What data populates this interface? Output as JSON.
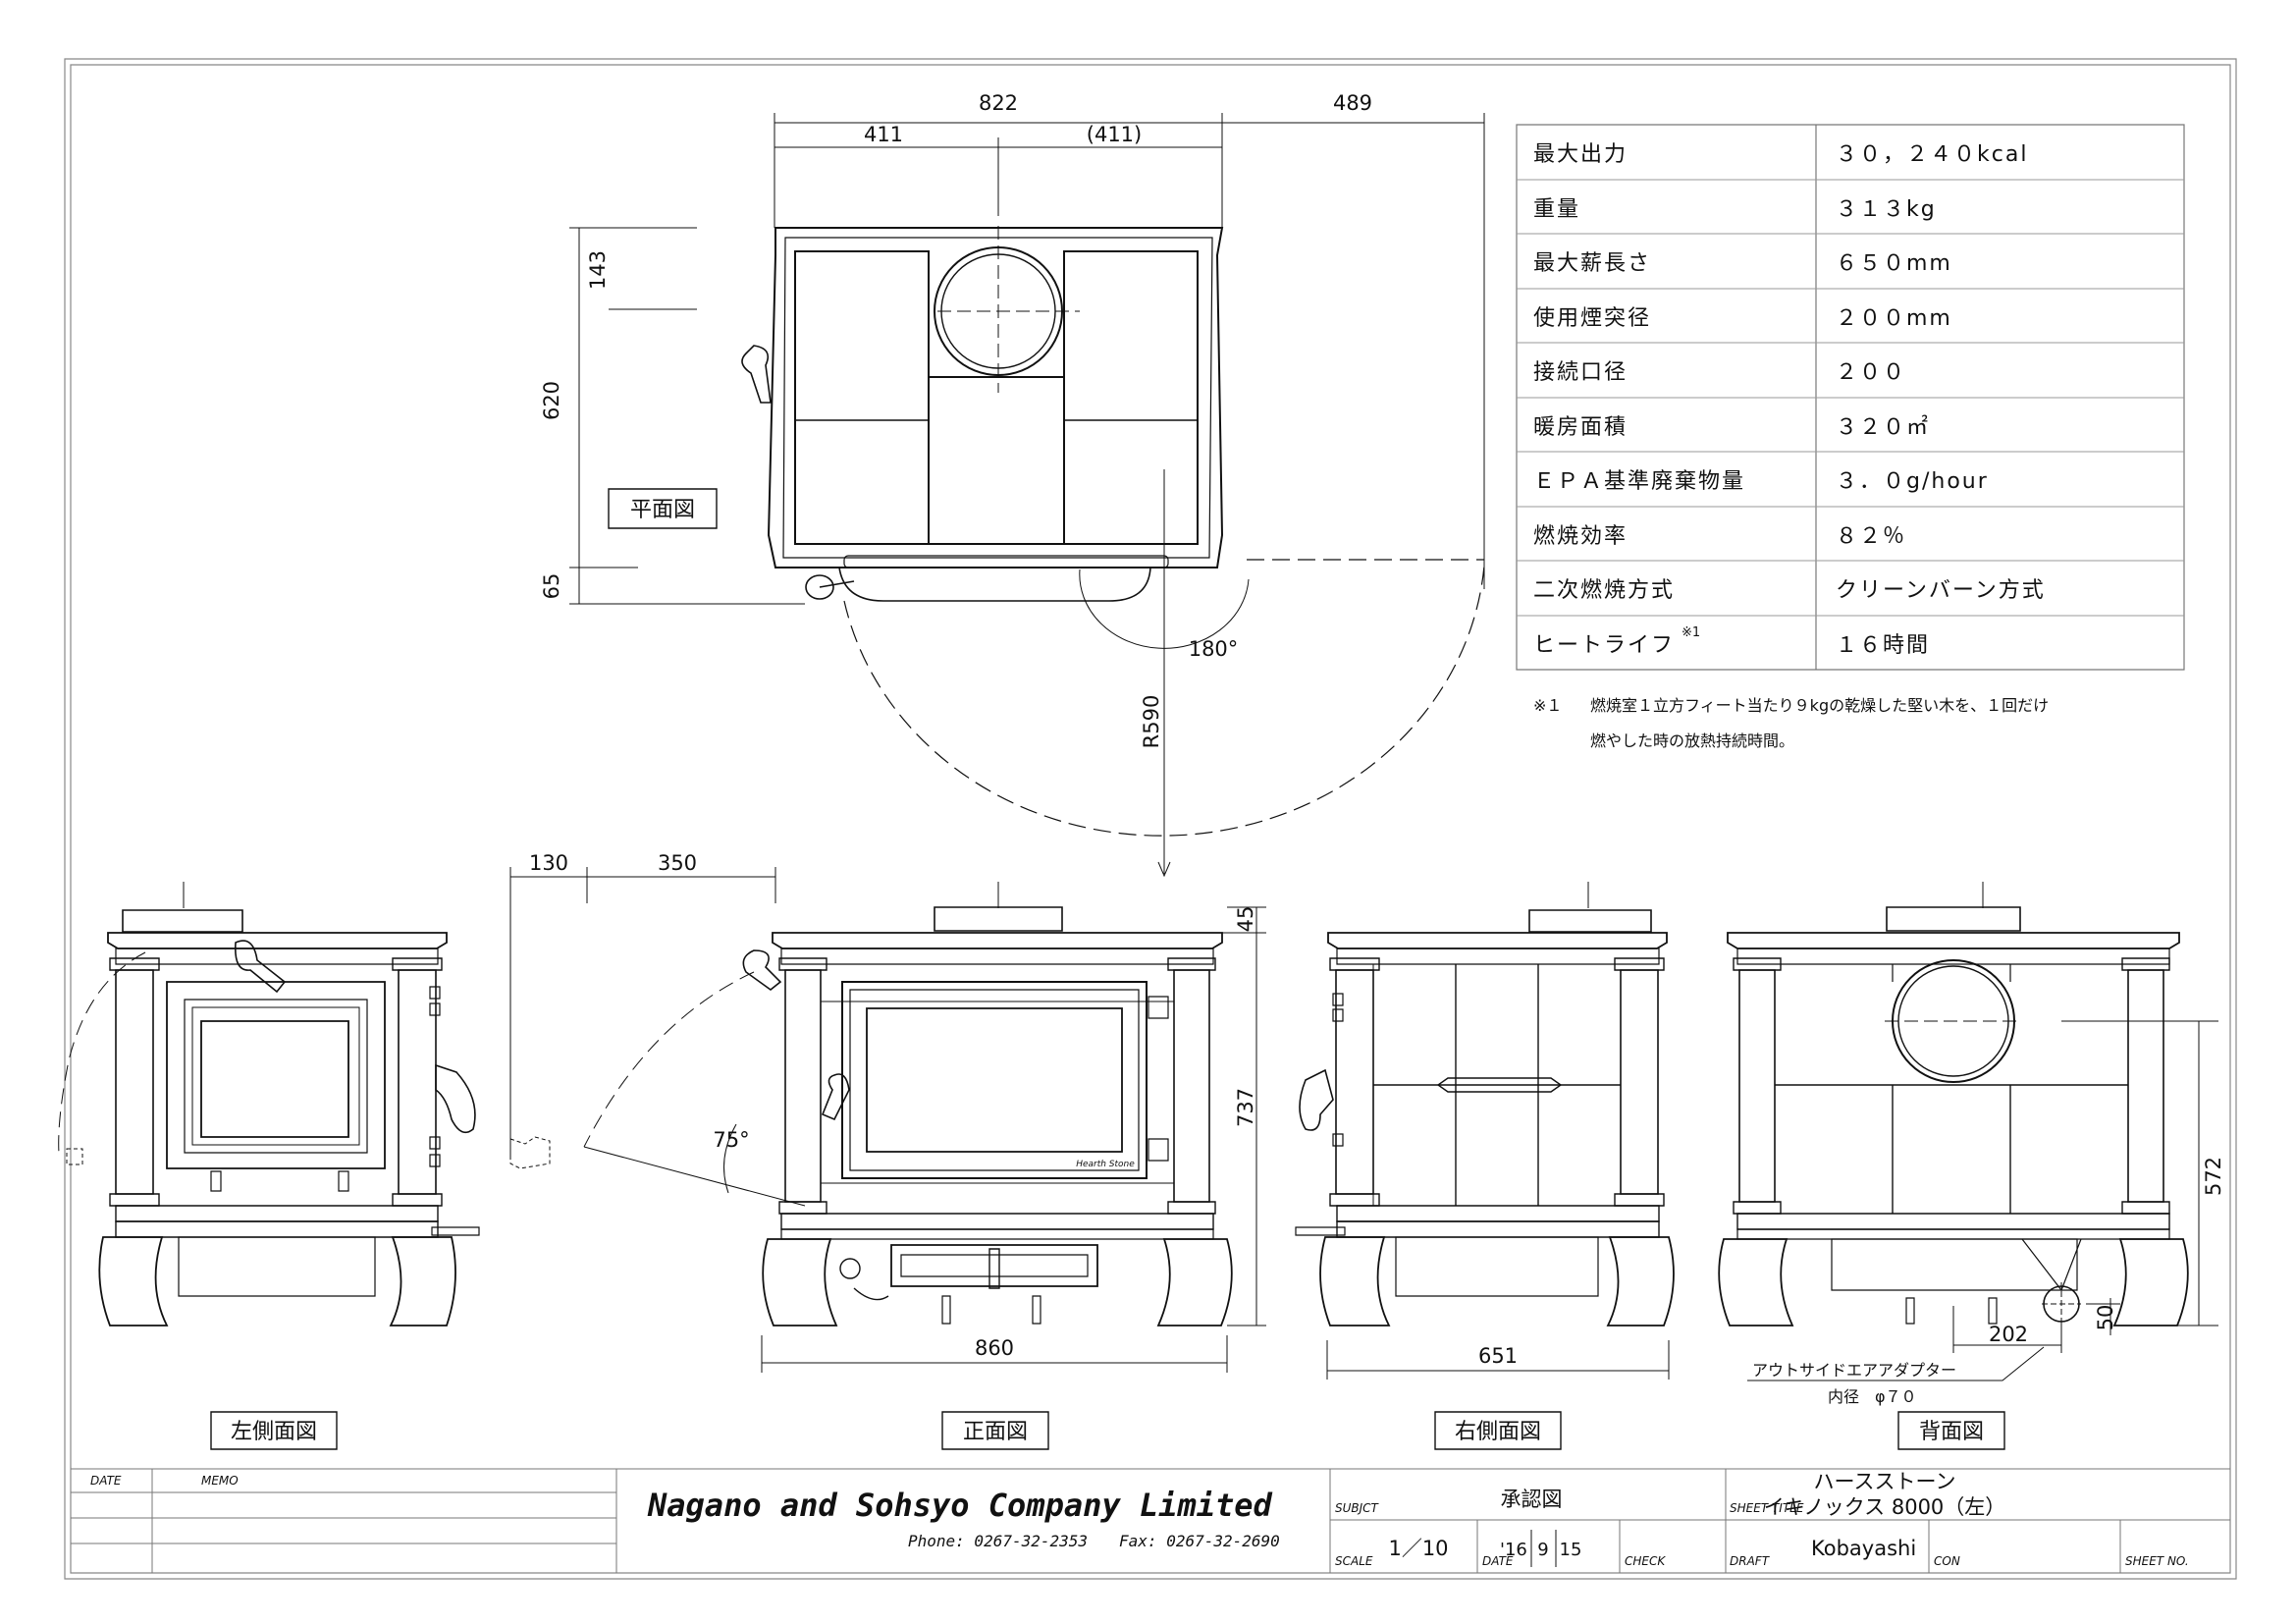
{
  "views": {
    "plan": "平面図",
    "left_side": "左側面図",
    "front": "正面図",
    "right_side": "右側面図",
    "back": "背面図"
  },
  "dimensions": {
    "plan_total_width": "822",
    "plan_side_right": "489",
    "plan_half_left": "411",
    "plan_half_right": "(411)",
    "plan_depth": "620",
    "plan_flue_offset": "143",
    "plan_front_offset": "65",
    "door_swing_angle": "180°",
    "door_radius": "R590",
    "side_offset_a": "130",
    "side_offset_b": "350",
    "side_door_angle": "75°",
    "top_height": "45",
    "total_height": "737",
    "front_width": "860",
    "side_width": "651",
    "back_flue_height": "572",
    "adapter_offset": "202",
    "adapter_height": "50"
  },
  "adapter_label": {
    "line1": "アウトサイドエアアダプター",
    "line2": "内径　φ７０"
  },
  "specs": [
    {
      "label": "最大出力",
      "value": "３０，２４０kcal"
    },
    {
      "label": "重量",
      "value": "３１３kg"
    },
    {
      "label": "最大薪長さ",
      "value": "６５０mm"
    },
    {
      "label": "使用煙突径",
      "value": "２００mm"
    },
    {
      "label": "接続口径",
      "value": "２００"
    },
    {
      "label": "暖房面積",
      "value": "３２０㎡"
    },
    {
      "label": "ＥＰＡ基準廃棄物量",
      "value": "３．０g/hour"
    },
    {
      "label": "燃焼効率",
      "value": "８２％"
    },
    {
      "label": "二次燃焼方式",
      "value": "クリーンバーン方式"
    },
    {
      "label": "ヒートライフ",
      "value": "１６時間"
    }
  ],
  "spec_note_mark": "※1",
  "footnote": {
    "mark": "※１",
    "line1": "燃焼室１立方フィート当たり９kgの乾燥した堅い木を、１回だけ",
    "line2": "燃やした時の放熱持続時間。"
  },
  "title_block": {
    "date_label": "DATE",
    "memo_label": "MEMO",
    "company": "Nagano and Sohsyo Company Limited",
    "phone": "Phone: 0267-32-2353　　Fax: 0267-32-2690",
    "subject_label": "SUBJCT",
    "subject": "承認図",
    "sheet_title_label": "SHEET TITLE",
    "sheet_title_1": "ハースストーン",
    "sheet_title_2": "イキノックス 8000（左）",
    "scale_label": "SCALE",
    "scale": "1／10",
    "date2_label": "DATE",
    "date_year": "'16",
    "date_month": "9",
    "date_day": "15",
    "check_label": "CHECK",
    "draft_label": "DRAFT",
    "draft": "Kobayashi",
    "con_label": "CON",
    "sheet_no_label": "SHEET NO."
  },
  "brand_plate": "Hearth Stone"
}
